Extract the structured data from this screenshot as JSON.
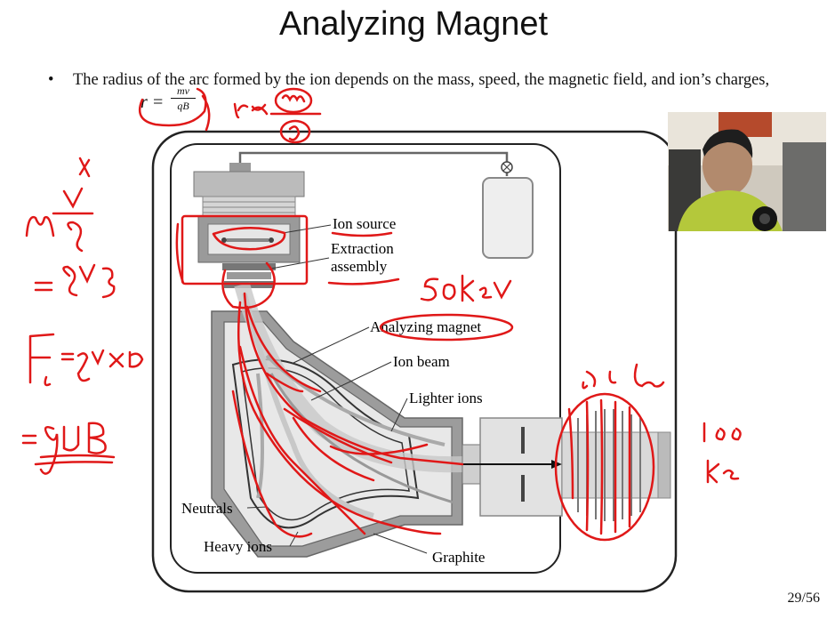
{
  "slide": {
    "title": "Analyzing Magnet",
    "bullet": "The radius of the arc formed by the ion depends on the mass, speed, the magnetic field, and ion’s charges,",
    "formula_lhs": "r =",
    "formula_num": "mv",
    "formula_den": "qB",
    "page_number": "29/56"
  },
  "diagram": {
    "labels": {
      "ion_source": "Ion source",
      "extraction_1": "Extraction",
      "extraction_2": "assembly",
      "analyzing_magnet": "Analyzing magnet",
      "ion_beam": "Ion beam",
      "lighter_ions": "Lighter ions",
      "neutrals": "Neutrals",
      "heavy_ions": "Heavy ions",
      "graphite": "Graphite"
    }
  },
  "annotations": {
    "energy_1": "50keV",
    "energy_2": "50 kev",
    "energy_3a": "100",
    "energy_3b": "ke"
  },
  "colors": {
    "ink": "#e01818",
    "diagram_gray": "#888888",
    "text": "#111111"
  }
}
